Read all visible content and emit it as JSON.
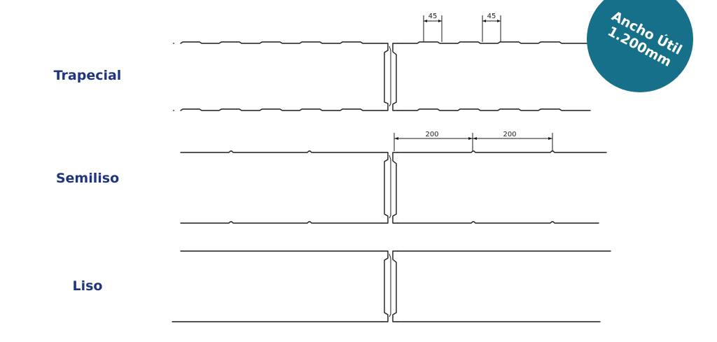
{
  "profiles": [
    {
      "label": "Trapecial"
    },
    {
      "label": "Semiliso"
    },
    {
      "label": "Liso"
    }
  ],
  "dimensions": {
    "trapecial_rib": "45",
    "semiliso_spacing": "200"
  },
  "badge": {
    "line1": "Ancho Útil",
    "line2": "1.200mm",
    "color": "#16708a"
  },
  "colors": {
    "label": "#1f3582",
    "line": "#1a1a1a"
  }
}
